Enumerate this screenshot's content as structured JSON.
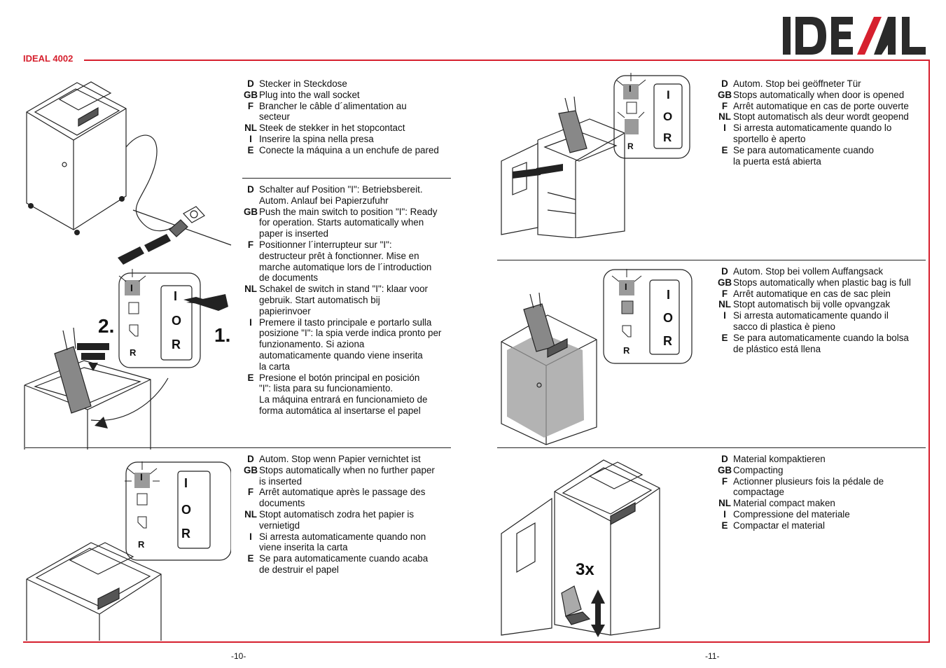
{
  "header": {
    "model": "IDEAL 4002",
    "logo_text": "IDEAL"
  },
  "colors": {
    "accent": "#d6202e",
    "ink": "#111111",
    "grey": "#9a9a9a"
  },
  "panel": {
    "labels": [
      "I",
      "O",
      "R"
    ]
  },
  "figures": {
    "step2": "2.",
    "step1": "1.",
    "compact_count": "3x"
  },
  "left_page": {
    "sections": [
      {
        "rows": [
          {
            "c": "D",
            "t": "Stecker in Steckdose"
          },
          {
            "c": "GB",
            "t": "Plug into the wall socket"
          },
          {
            "c": "F",
            "t": "Brancher le câble d´alimentation au\nsecteur"
          },
          {
            "c": "NL",
            "t": "Steek de stekker in het stopcontact"
          },
          {
            "c": "I",
            "t": "Inserire la spina nella presa"
          },
          {
            "c": "E",
            "t": "Conecte la máquina a un enchufe de pared"
          }
        ]
      },
      {
        "rows": [
          {
            "c": "D",
            "t": "Schalter auf Position \"I\": Betriebsbereit.\nAutom. Anlauf bei Papierzufuhr"
          },
          {
            "c": "GB",
            "t": "Push the main switch to position \"I\": Ready\nfor operation. Starts automatically when\npaper is inserted"
          },
          {
            "c": "F",
            "t": "Positionner l´interrupteur sur \"I\":\ndestructeur prêt à fonctionner. Mise en\nmarche automatique lors de l´introduction\nde documents"
          },
          {
            "c": "NL",
            "t": "Schakel de switch in stand \"I\": klaar voor\ngebruik. Start automatisch bij\npapierinvoer"
          },
          {
            "c": "I",
            "t": "Premere il tasto principale e portarlo sulla\nposizione \"I\": la spia verde indica pronto per\nfunzionamento. Si aziona\nautomaticamente quando viene inserita\nla carta"
          },
          {
            "c": "E",
            "t": "Presione el botón principal en posición\n\"I\": lista para su funcionamiento.\nLa máquina entrará en funcionamieto de\nforma automática al insertarse el papel"
          }
        ]
      },
      {
        "rows": [
          {
            "c": "D",
            "t": "Autom. Stop wenn Papier vernichtet ist"
          },
          {
            "c": "GB",
            "t": "Stops automatically when no further paper\nis inserted"
          },
          {
            "c": "F",
            "t": "Arrêt automatique après le passage des\ndocuments"
          },
          {
            "c": "NL",
            "t": "Stopt automatisch zodra het papier is\nvernietigd"
          },
          {
            "c": "I",
            "t": "Si arresta automaticamente quando non\nviene inserita la carta"
          },
          {
            "c": "E",
            "t": "Se para automaticamente cuando acaba\nde destruir el papel"
          }
        ]
      }
    ],
    "page_number": "-10-"
  },
  "right_page": {
    "sections": [
      {
        "rows": [
          {
            "c": "D",
            "t": "Autom. Stop bei geöffneter Tür"
          },
          {
            "c": "GB",
            "t": "Stops automatically when door is opened"
          },
          {
            "c": "F",
            "t": "Arrêt automatique en cas de porte ouverte"
          },
          {
            "c": "NL",
            "t": "Stopt automatisch als deur wordt geopend"
          },
          {
            "c": "I",
            "t": "Si arresta automaticamente quando lo\nsportello è aperto"
          },
          {
            "c": "E",
            "t": "Se para automaticamente cuando\nla puerta está abierta"
          }
        ]
      },
      {
        "rows": [
          {
            "c": "D",
            "t": "Autom. Stop bei vollem Auffangsack"
          },
          {
            "c": "GB",
            "t": "Stops automatically when plastic bag is full"
          },
          {
            "c": "F",
            "t": "Arrêt automatique en cas de sac plein"
          },
          {
            "c": "NL",
            "t": "Stopt automatisch bij volle opvangzak"
          },
          {
            "c": "I",
            "t": "Si arresta automaticamente quando il\nsacco di plastica è pieno"
          },
          {
            "c": "E",
            "t": "Se para automaticamente cuando la bolsa\nde plástico está llena"
          }
        ]
      },
      {
        "rows": [
          {
            "c": "D",
            "t": "Material kompaktieren"
          },
          {
            "c": "GB",
            "t": "Compacting"
          },
          {
            "c": "F",
            "t": "Actionner plusieurs fois la pédale de\ncompactage"
          },
          {
            "c": "NL",
            "t": "Material compact maken"
          },
          {
            "c": "I",
            "t": "Compressione del materiale"
          },
          {
            "c": "E",
            "t": "Compactar el material"
          }
        ]
      }
    ],
    "page_number": "-11-"
  }
}
